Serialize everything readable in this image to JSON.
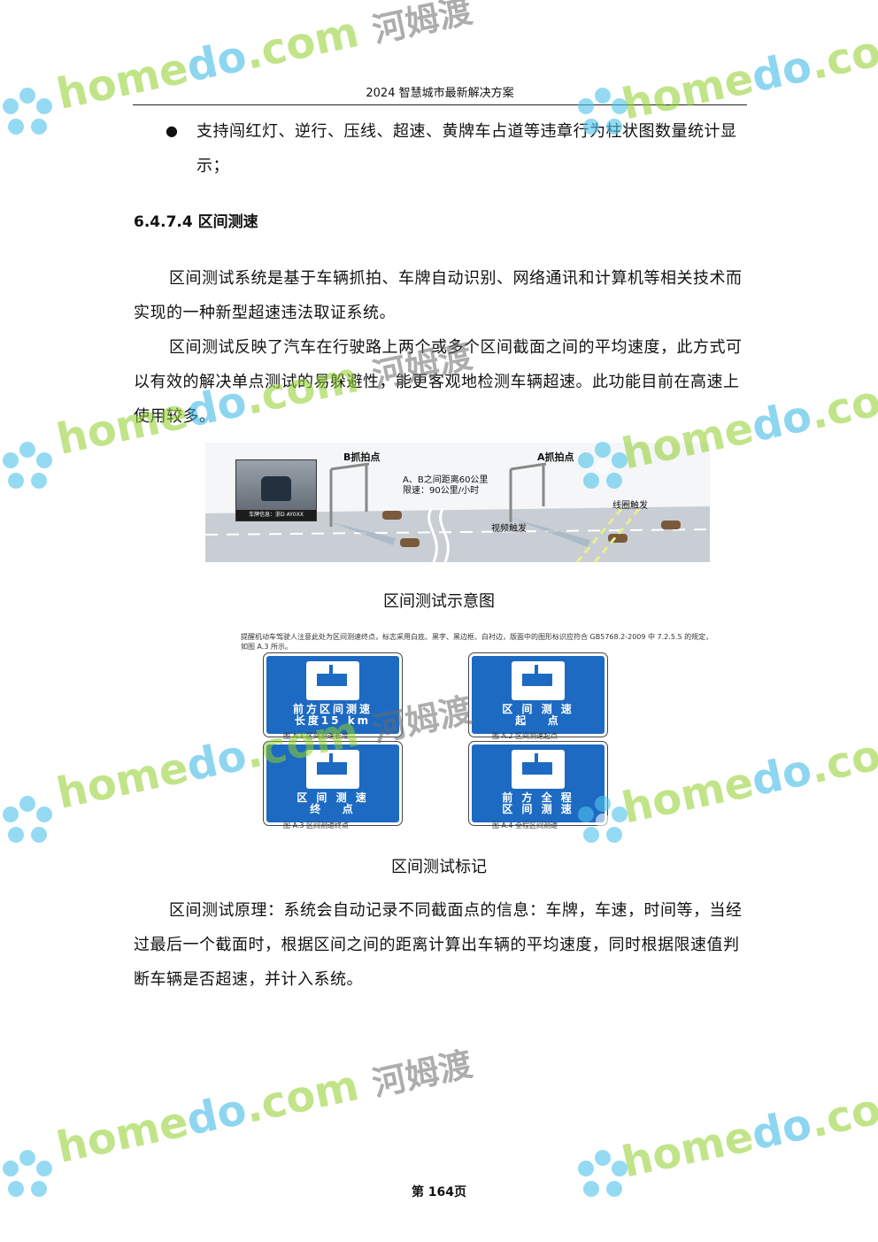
{
  "header": {
    "title": "2024 智慧城市最新解决方案"
  },
  "bullet": {
    "symbol": "●",
    "text": "支持闯红灯、逆行、压线、超速、黄牌车占道等违章行为柱状图数量统计显示；"
  },
  "section": {
    "heading": "6.4.7.4 区间测速"
  },
  "paragraphs": [
    "区间测试系统是基于车辆抓拍、车牌自动识别、网络通讯和计算机等相关技术而实现的一种新型超速违法取证系统。",
    "区间测试反映了汽车在行驶路上两个或多个区间截面之间的平均速度，此方式可以有效的解决单点测试的易躲避性，能更客观地检测车辆超速。此功能目前在高速上使用较多。"
  ],
  "figure1": {
    "caption": "区间测试示意图",
    "label_b": "B抓拍点",
    "label_a": "A抓拍点",
    "distance_note": "A、B之间距离60公里",
    "speed_note": "限速：90公里/小时",
    "loop_trigger": "线圈触发",
    "video_trigger": "视频触发",
    "plate_info": "车牌信息：浙D AY0XX"
  },
  "figure2": {
    "caption": "区间测试标记",
    "note": "提醒机动车驾驶人注意此处为区间测速终点，标志采用白底、黑字、黑边框、白衬边，版面中的图形标识应符合 GB5768.2-2009 中 7.2.5.5 的规定，如图 A.3 所示。",
    "signs": [
      {
        "text": "前方区间测速\n长度15 km",
        "caption": "图 A.1 区间测速长度"
      },
      {
        "text": "区 间 测 速\n起   点",
        "caption": "图 A.2 区间测速起点"
      },
      {
        "text": "区 间 测 速\n终   点",
        "caption": "图 A.3 区间测速终点"
      },
      {
        "text": "前 方 全 程\n区 间 测 速",
        "caption": "图 A.4 全程区间测速"
      }
    ]
  },
  "paragraph3": "区间测试原理：系统会自动记录不同截面点的信息：车牌，车速，时间等，当经过最后一个截面时，根据区间之间的距离计算出车辆的平均速度，同时根据限速值判断车辆是否超速，并计入系统。",
  "footer": {
    "page_label": "第 164页"
  },
  "watermark": {
    "brand_green": "home",
    "brand_blue": "do",
    "brand_tail": ".com",
    "brand_cn": "河姆渡",
    "green": "#8fce2a",
    "blue": "#33b6e5"
  }
}
